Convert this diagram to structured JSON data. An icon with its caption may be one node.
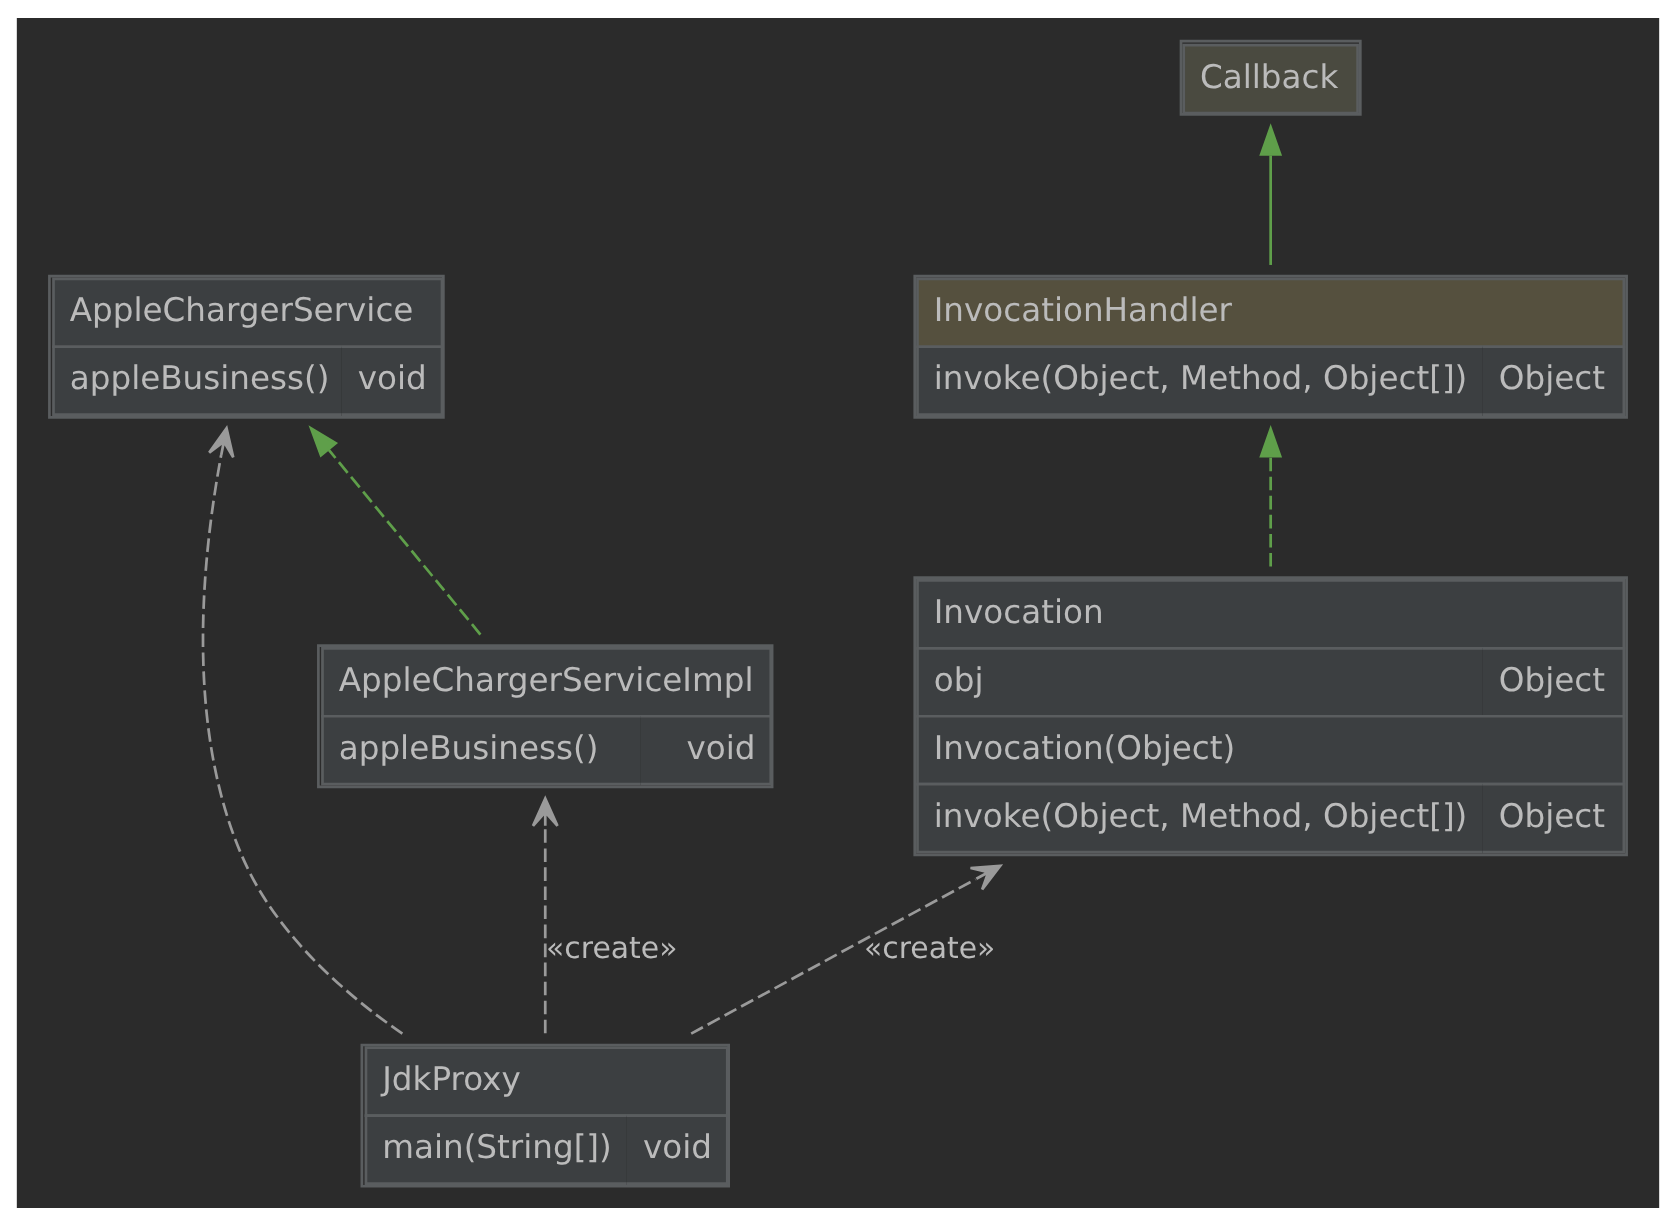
{
  "diagram": {
    "nodes": [
      {
        "text": [
          "Callback"
        ]
      },
      {
        "text": [
          "AppleChargerService",
          "appleBusiness()",
          "void"
        ]
      },
      {
        "text": [
          "InvocationHandler",
          "invoke(Object, Method, Object[])",
          "Object"
        ]
      },
      {
        "text": [
          "AppleChargerServiceImpl",
          "appleBusiness()",
          "void"
        ]
      },
      {
        "text": [
          "Invocation",
          "obj",
          "Object",
          "Invocation(Object)",
          "invoke(Object, Method, Object[])",
          "Object"
        ]
      },
      {
        "text": [
          "JdkProxy",
          "main(String[])",
          "void"
        ]
      }
    ],
    "edges": [
      {
        "from": 2,
        "to": 0,
        "arrow": "to",
        "color": "#5f9f4a"
      },
      {
        "from": 3,
        "to": 1,
        "arrow": "to",
        "style": "dashed",
        "color": "#5f9f4a"
      },
      {
        "from": 4,
        "to": 2,
        "arrow": "to",
        "style": "dashed",
        "color": "#5f9f4a"
      },
      {
        "from": 5,
        "to": 3,
        "arrow": "to",
        "style": "dashed",
        "label": "«create»"
      },
      {
        "from": 5,
        "to": 1,
        "arrow": "to",
        "style": "dashed"
      },
      {
        "from": 5,
        "to": 4,
        "arrow": "to",
        "style": "dashed",
        "label": "«create»"
      }
    ]
  }
}
